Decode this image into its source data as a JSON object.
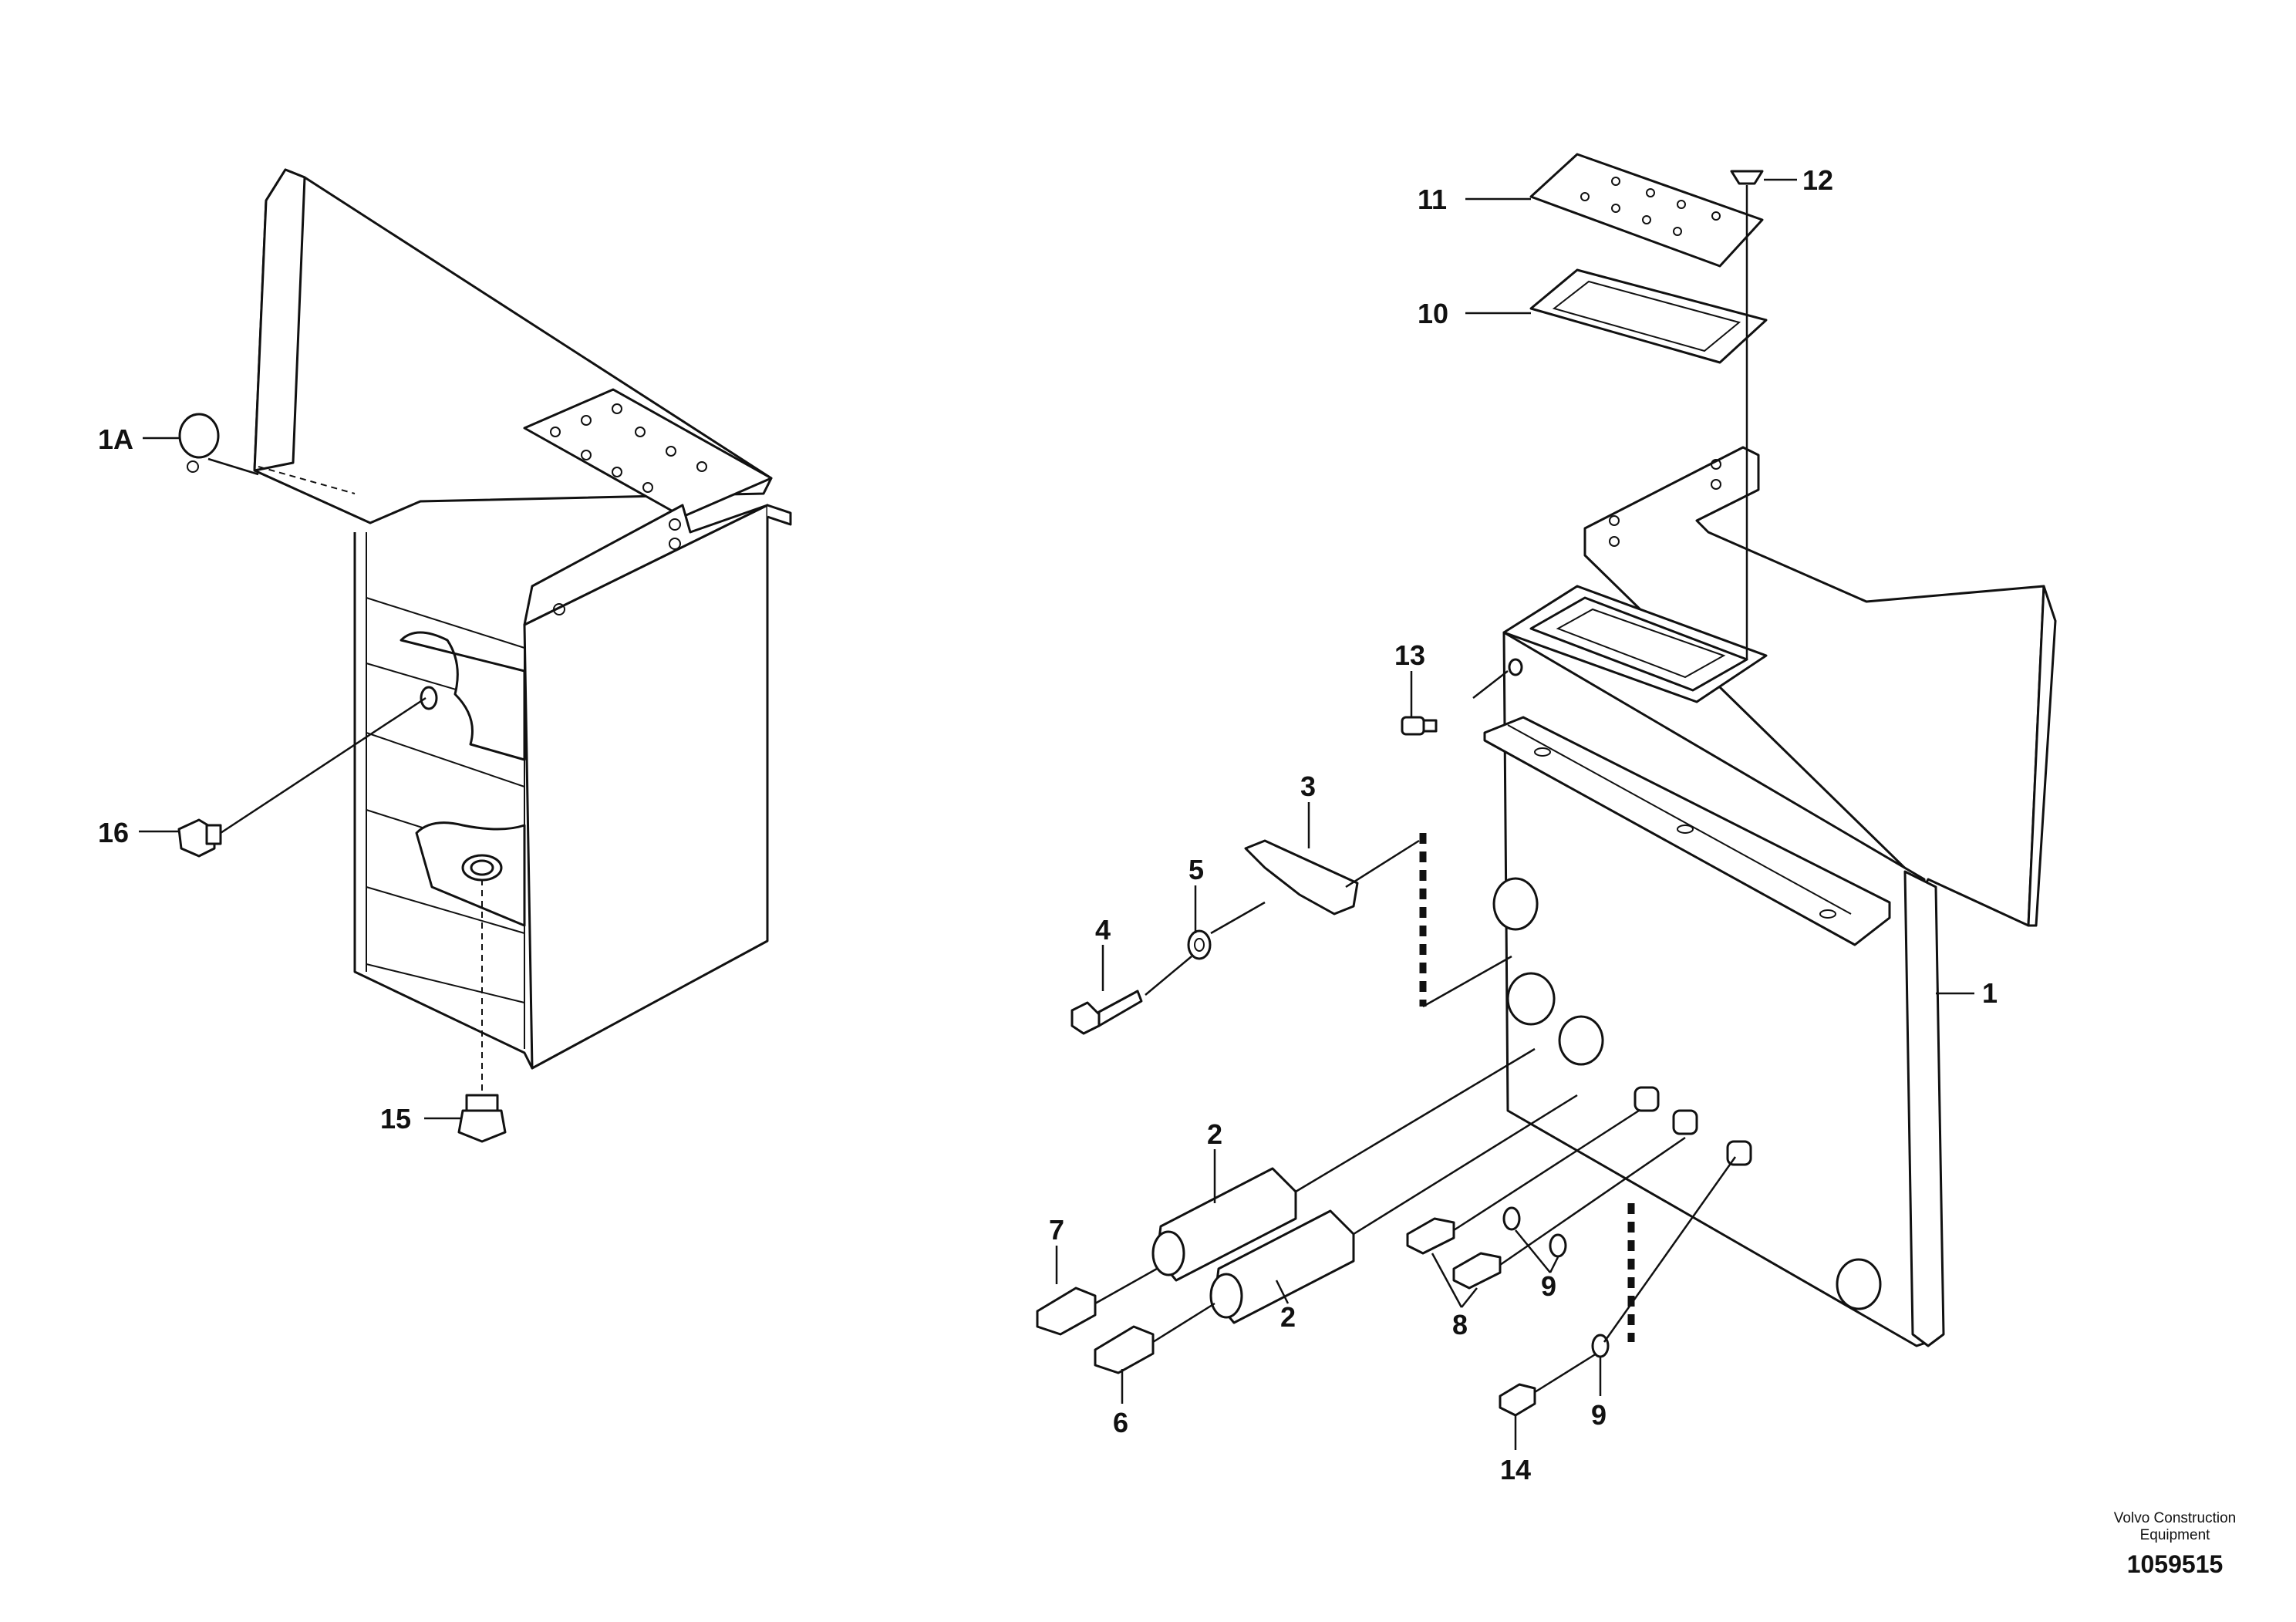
{
  "labels": {
    "l1": "1",
    "l1a": "1A",
    "l2a": "2",
    "l2b": "2",
    "l3": "3",
    "l4": "4",
    "l5": "5",
    "l6": "6",
    "l7": "7",
    "l8": "8",
    "l9a": "9",
    "l9b": "9",
    "l10": "10",
    "l11": "11",
    "l12": "12",
    "l13": "13",
    "l14": "14",
    "l15": "15",
    "l16": "16"
  },
  "footer": {
    "brand_line1": "Volvo Construction",
    "brand_line2": "Equipment",
    "drawing_number": "1059515"
  }
}
